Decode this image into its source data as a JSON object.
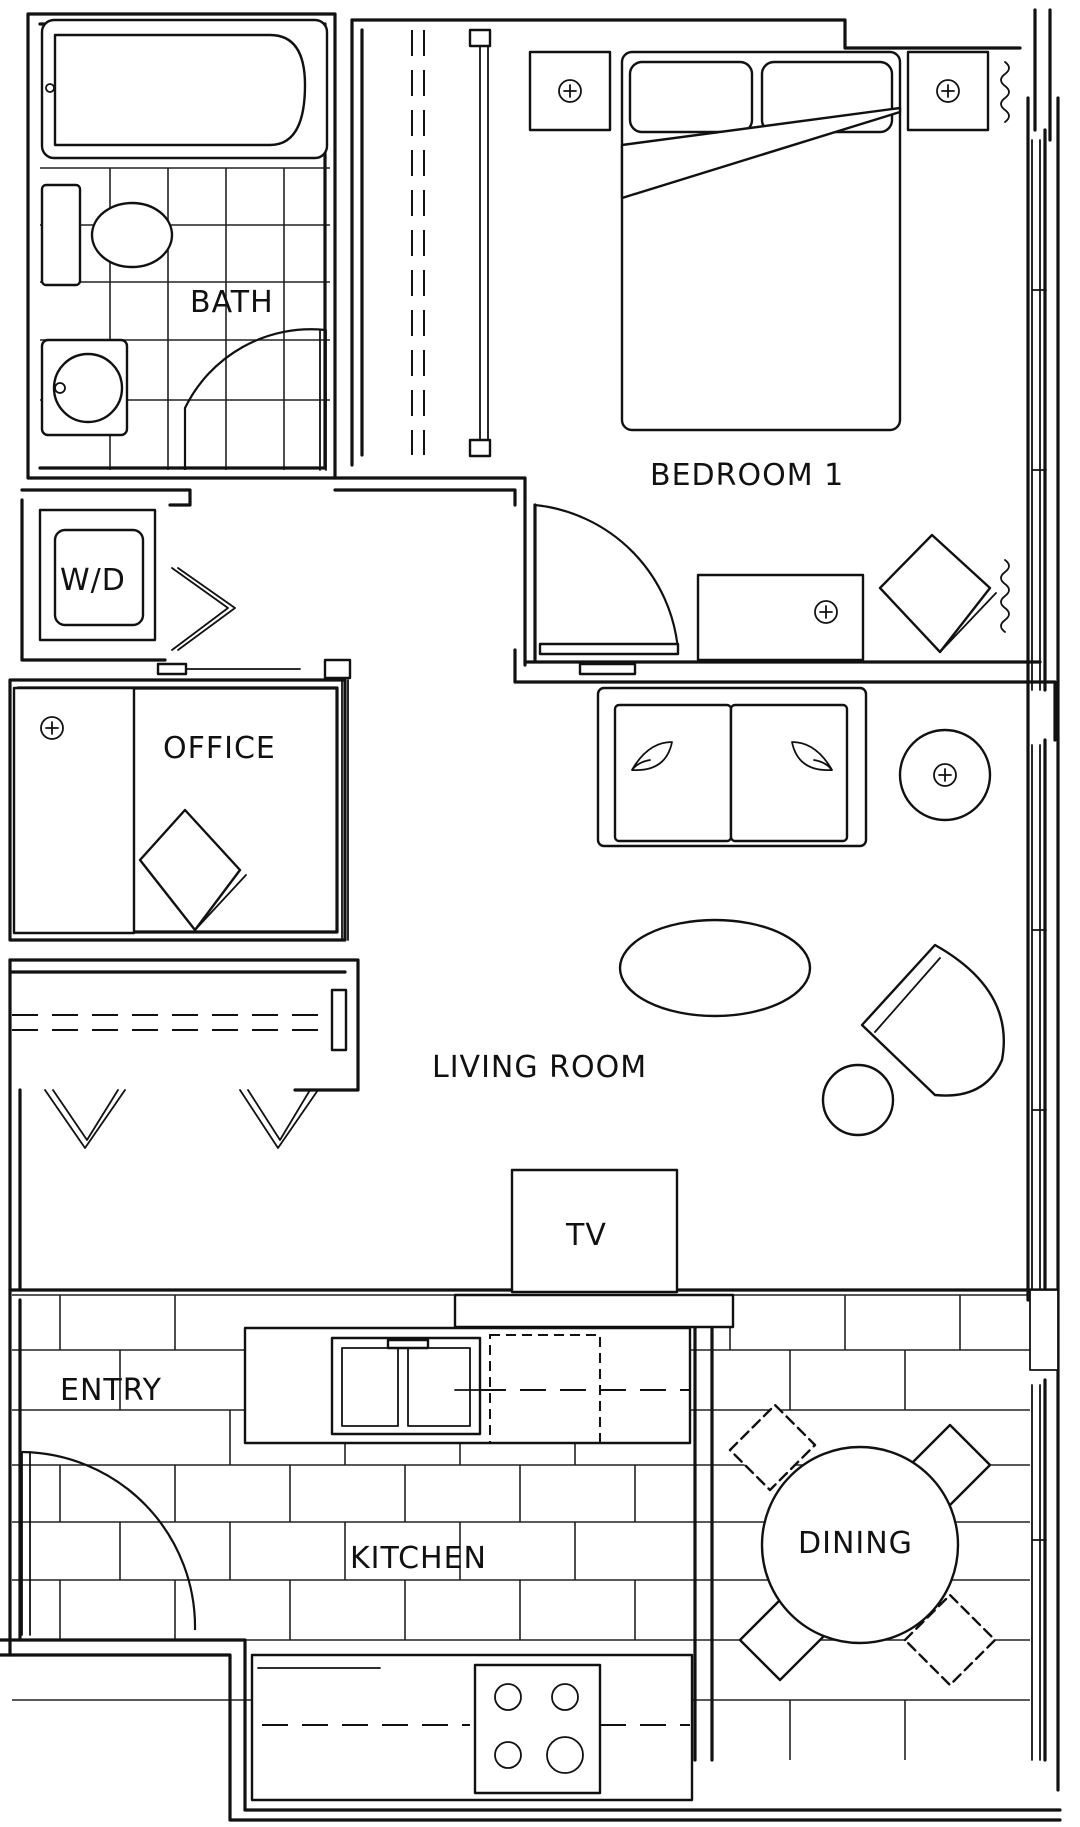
{
  "rooms": {
    "bath": "BATH",
    "bedroom": "BEDROOM 1",
    "washer_dryer": "W/D",
    "office": "OFFICE",
    "living_room": "LIVING ROOM",
    "tv": "TV",
    "entry": "ENTRY",
    "kitchen": "KITCHEN",
    "dining": "DINING"
  }
}
